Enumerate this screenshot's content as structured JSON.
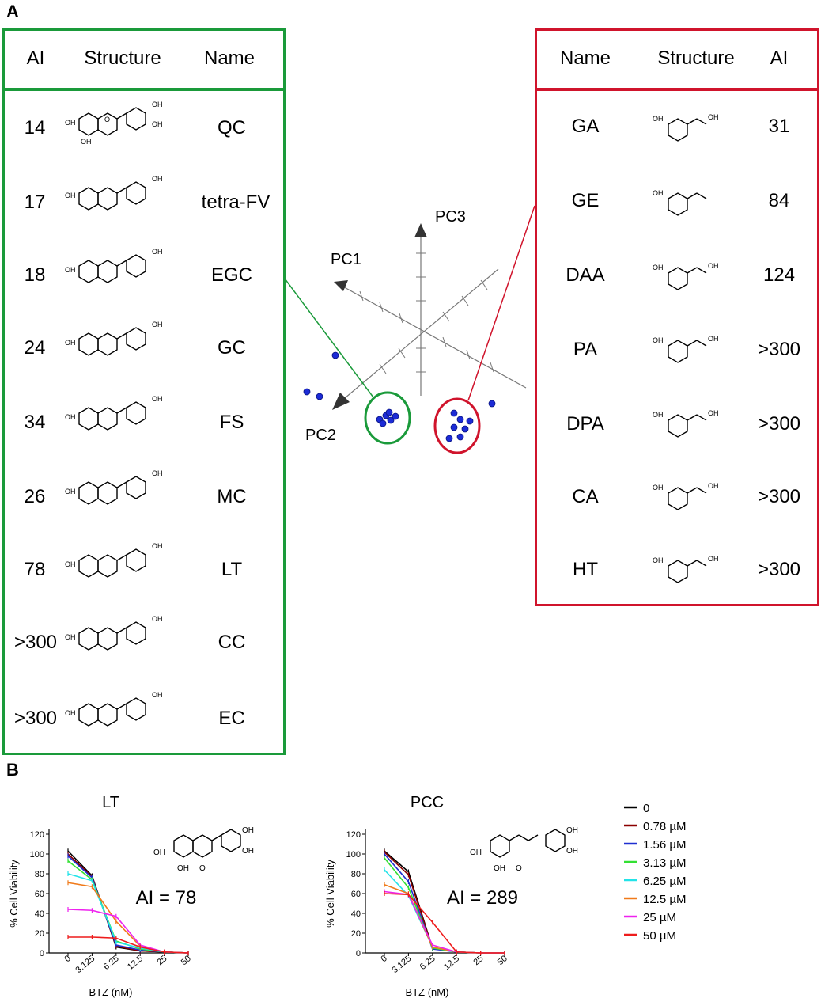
{
  "panel_a": {
    "letter": "A",
    "left_table": {
      "headers": [
        "AI",
        "Structure",
        "Name"
      ],
      "rows": [
        {
          "ai": "14",
          "name": "QC"
        },
        {
          "ai": "17",
          "name": "tetra-FV"
        },
        {
          "ai": "18",
          "name": "EGC"
        },
        {
          "ai": "24",
          "name": "GC"
        },
        {
          "ai": "34",
          "name": "FS"
        },
        {
          "ai": "26",
          "name": "MC"
        },
        {
          "ai": "78",
          "name": "LT"
        },
        {
          "ai": ">300",
          "name": "CC"
        },
        {
          "ai": ">300",
          "name": "EC"
        }
      ]
    },
    "right_table": {
      "headers": [
        "Name",
        "Structure",
        "AI"
      ],
      "rows": [
        {
          "name": "GA",
          "ai": "31"
        },
        {
          "name": "GE",
          "ai": "84"
        },
        {
          "name": "DAA",
          "ai": "124"
        },
        {
          "name": "PA",
          "ai": ">300"
        },
        {
          "name": "DPA",
          "ai": ">300"
        },
        {
          "name": "CA",
          "ai": ">300"
        },
        {
          "name": "HT",
          "ai": ">300"
        }
      ]
    },
    "pca": {
      "axis1": "PC1",
      "axis2": "PC2",
      "axis3": "PC3"
    },
    "atom_label": "OH",
    "atom_o": "O",
    "colors": {
      "green": "#1a9a3a",
      "red": "#d0142c",
      "points": "#1c2bd6"
    }
  },
  "panel_b": {
    "letter": "B",
    "legend": [
      {
        "label": "0",
        "color": "#000000"
      },
      {
        "label": "0.78 µM",
        "color": "#8b0000"
      },
      {
        "label": "1.56 µM",
        "color": "#1f2fd0"
      },
      {
        "label": "3.13 µM",
        "color": "#33e033"
      },
      {
        "label": "6.25 µM",
        "color": "#22e3e8"
      },
      {
        "label": "12.5 µM",
        "color": "#f07a1a"
      },
      {
        "label": "25 µM",
        "color": "#ee22ee"
      },
      {
        "label": "50 µM",
        "color": "#ee1c1c"
      }
    ]
  },
  "chart_data": [
    {
      "type": "line",
      "title": "LT",
      "annotation": "AI = 78",
      "xlabel": "BTZ (nM)",
      "ylabel": "% Cell Viability",
      "categories": [
        "0",
        "3.125",
        "6.25",
        "12.5",
        "25",
        "50"
      ],
      "yticks": [
        "0",
        "20",
        "40",
        "60",
        "80",
        "100",
        "120"
      ],
      "ylim": [
        0,
        120
      ],
      "series": [
        {
          "name": "0",
          "values": [
            103,
            78,
            6,
            2,
            1,
            0
          ]
        },
        {
          "name": "0.78 µM",
          "values": [
            100,
            77,
            7,
            2,
            1,
            0
          ]
        },
        {
          "name": "1.56 µM",
          "values": [
            98,
            76,
            8,
            3,
            1,
            0
          ]
        },
        {
          "name": "3.13 µM",
          "values": [
            93,
            74,
            12,
            4,
            1,
            0
          ]
        },
        {
          "name": "6.25 µM",
          "values": [
            80,
            73,
            11,
            5,
            1,
            0
          ]
        },
        {
          "name": "12.5 µM",
          "values": [
            71,
            67,
            32,
            7,
            1,
            0
          ]
        },
        {
          "name": "25 µM",
          "values": [
            44,
            43,
            37,
            8,
            1,
            0
          ]
        },
        {
          "name": "50 µM",
          "values": [
            16,
            16,
            15,
            6,
            1,
            0
          ]
        }
      ]
    },
    {
      "type": "line",
      "title": "PCC",
      "annotation": "AI = 289",
      "xlabel": "BTZ (nM)",
      "ylabel": "% Cell Viability",
      "categories": [
        "0",
        "3.125",
        "6.25",
        "12.5",
        "25",
        "50"
      ],
      "yticks": [
        "0",
        "20",
        "40",
        "60",
        "80",
        "100",
        "120"
      ],
      "ylim": [
        0,
        120
      ],
      "series": [
        {
          "name": "0",
          "values": [
            103,
            82,
            5,
            1,
            0,
            0
          ]
        },
        {
          "name": "0.78 µM",
          "values": [
            102,
            79,
            5,
            1,
            0,
            0
          ]
        },
        {
          "name": "1.56 µM",
          "values": [
            100,
            72,
            4,
            1,
            0,
            0
          ]
        },
        {
          "name": "3.13 µM",
          "values": [
            96,
            66,
            5,
            1,
            0,
            0
          ]
        },
        {
          "name": "6.25 µM",
          "values": [
            84,
            58,
            6,
            1,
            0,
            0
          ]
        },
        {
          "name": "12.5 µM",
          "values": [
            69,
            60,
            6,
            1,
            0,
            0
          ]
        },
        {
          "name": "25 µM",
          "values": [
            62,
            59,
            8,
            1,
            0,
            0
          ]
        },
        {
          "name": "50 µM",
          "values": [
            60,
            59,
            31,
            1,
            0,
            0
          ]
        }
      ]
    }
  ]
}
